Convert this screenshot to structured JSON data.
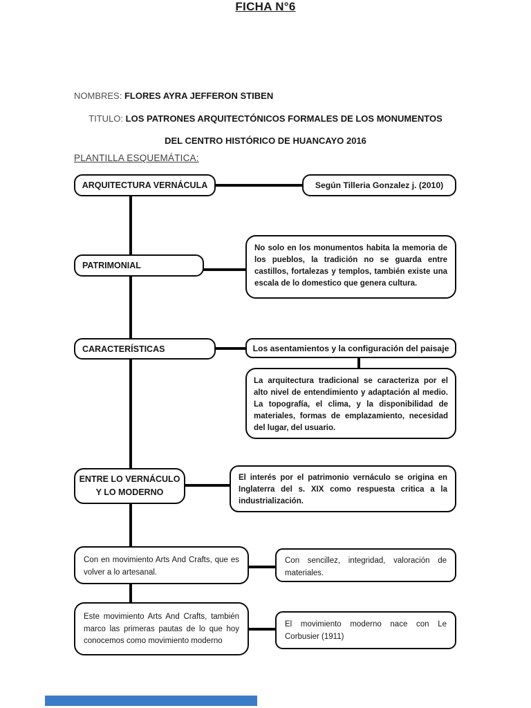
{
  "document": {
    "title": "FICHA N°6",
    "nombres": {
      "label": "NOMBRES:",
      "value": "FLORES AYRA JEFFERON STIBEN"
    },
    "titulo": {
      "label": "TITULO:",
      "line1": "LOS PATRONES ARQUITECTÓNICOS FORMALES DE LOS MONUMENTOS",
      "line2": "DEL CENTRO HISTÓRICO DE HUANCAYO 2016"
    },
    "section_heading": "PLANTILLA ESQUEMÁTICA:"
  },
  "diagram": {
    "arquitectura_vernacula": "ARQUITECTURA VERNÁCULA",
    "segun_fuente": "Según Tilleria Gonzalez j. (2010)",
    "patrimonial": "PATRIMONIAL",
    "patrimonial_nota": "No solo en los monumentos habita la memoria de los pueblos, la tradición no se guarda entre castillos, fortalezas y templos, también existe una escala de lo domestico que genera cultura.",
    "caracteristicas": "CARACTERÍSTICAS",
    "asentamientos": "Los asentamientos y la configuración del paisaje",
    "tradicional_nota": "La arquitectura tradicional se caracteriza por el alto nivel de entendimiento y adaptación al medio. La topografía, el clima, y la disponibilidad de materiales, formas de emplazamiento, necesidad del lugar, del usuario.",
    "entre_lo_vernaculo": "ENTRE LO VERNÁCULO Y LO MODERNO",
    "interes_nota": "El interés por el patrimonio vernáculo se origina en Inglaterra del s. XIX como respuesta critica a la industrialización.",
    "arts_crafts": "Con en movimiento Arts And Crafts, que es volver a lo artesanal.",
    "sencillez_nota": "Con sencillez, integridad, valoración de materiales.",
    "este_movimiento": "Este movimiento Arts And Crafts, también marco las primeras pautas de lo que hoy conocemos como movimiento moderno",
    "moderno_nota": "El movimiento moderno nace con Le Corbusier (1911)"
  },
  "colors": {
    "background": "#ffffff",
    "box_border": "#0a0a0a",
    "text_bold": "#161616",
    "label_muted": "#4f4f4f",
    "highlight_bar": "#3b7cc9"
  }
}
